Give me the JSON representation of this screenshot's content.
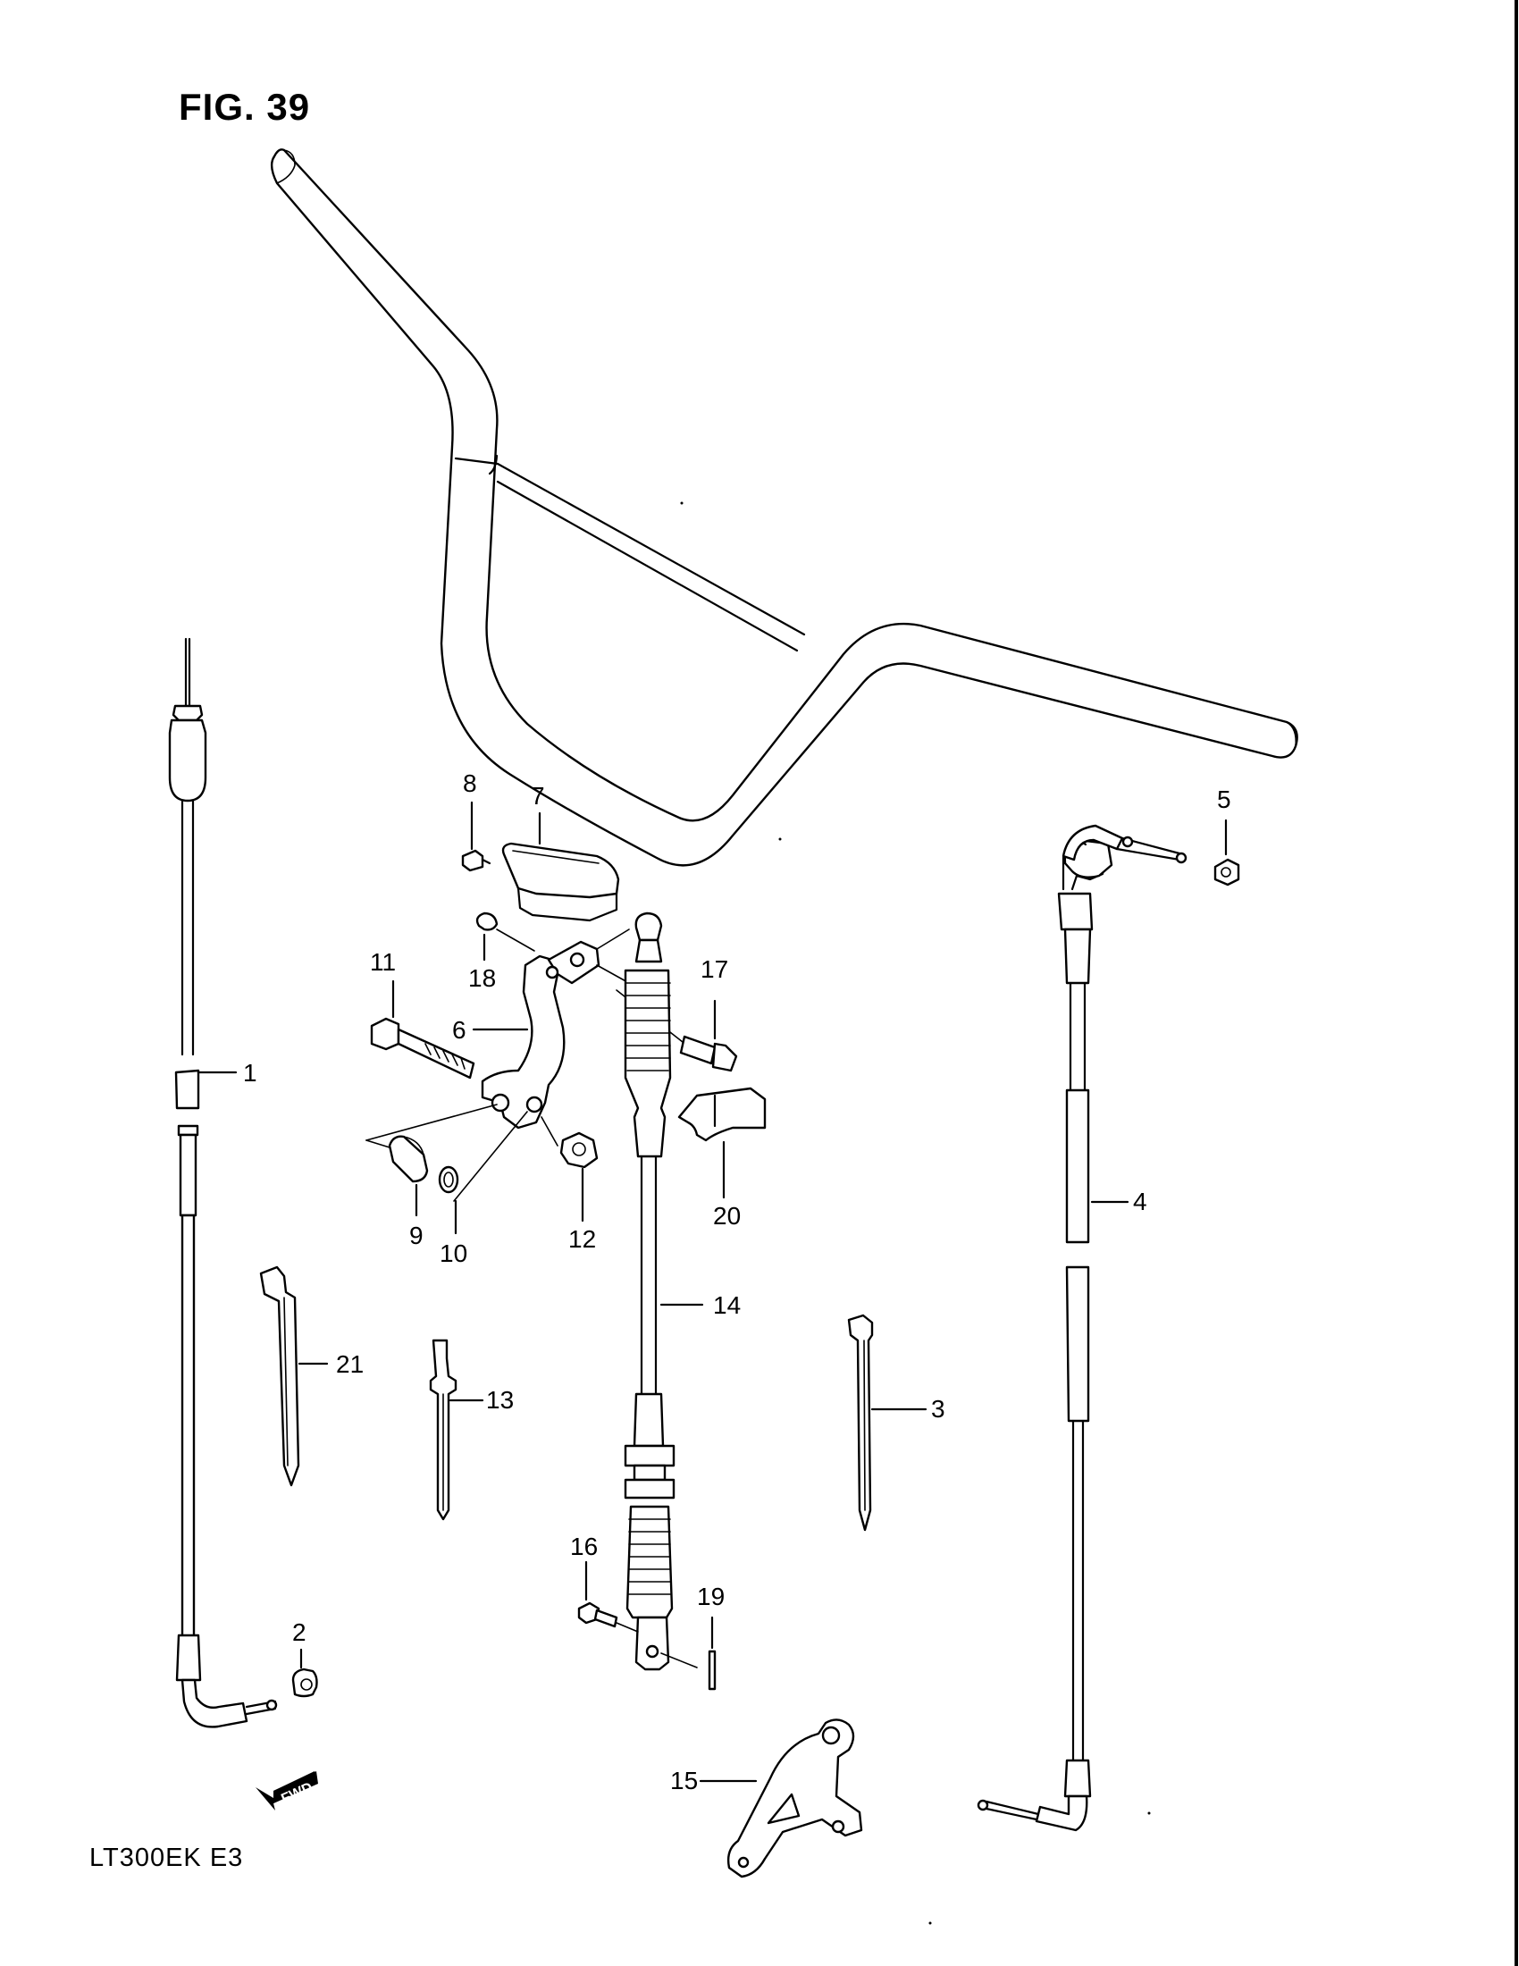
{
  "figure": {
    "title": "FIG. 39",
    "model_code": "LT300EK  E3",
    "fwd_label": "FWD"
  },
  "callouts": [
    {
      "id": "1",
      "text": "1"
    },
    {
      "id": "2",
      "text": "2"
    },
    {
      "id": "3",
      "text": "3"
    },
    {
      "id": "4",
      "text": "4"
    },
    {
      "id": "5",
      "text": "5"
    },
    {
      "id": "6",
      "text": "6"
    },
    {
      "id": "7",
      "text": "7"
    },
    {
      "id": "8",
      "text": "8"
    },
    {
      "id": "9",
      "text": "9"
    },
    {
      "id": "10",
      "text": "10"
    },
    {
      "id": "11",
      "text": "11"
    },
    {
      "id": "12",
      "text": "12"
    },
    {
      "id": "13",
      "text": "13"
    },
    {
      "id": "14",
      "text": "14"
    },
    {
      "id": "15",
      "text": "15"
    },
    {
      "id": "16",
      "text": "16"
    },
    {
      "id": "17",
      "text": "17"
    },
    {
      "id": "18",
      "text": "18"
    },
    {
      "id": "19",
      "text": "19"
    },
    {
      "id": "20",
      "text": "20"
    },
    {
      "id": "21",
      "text": "21"
    }
  ],
  "colors": {
    "ink": "#000000",
    "paper": "#ffffff"
  }
}
